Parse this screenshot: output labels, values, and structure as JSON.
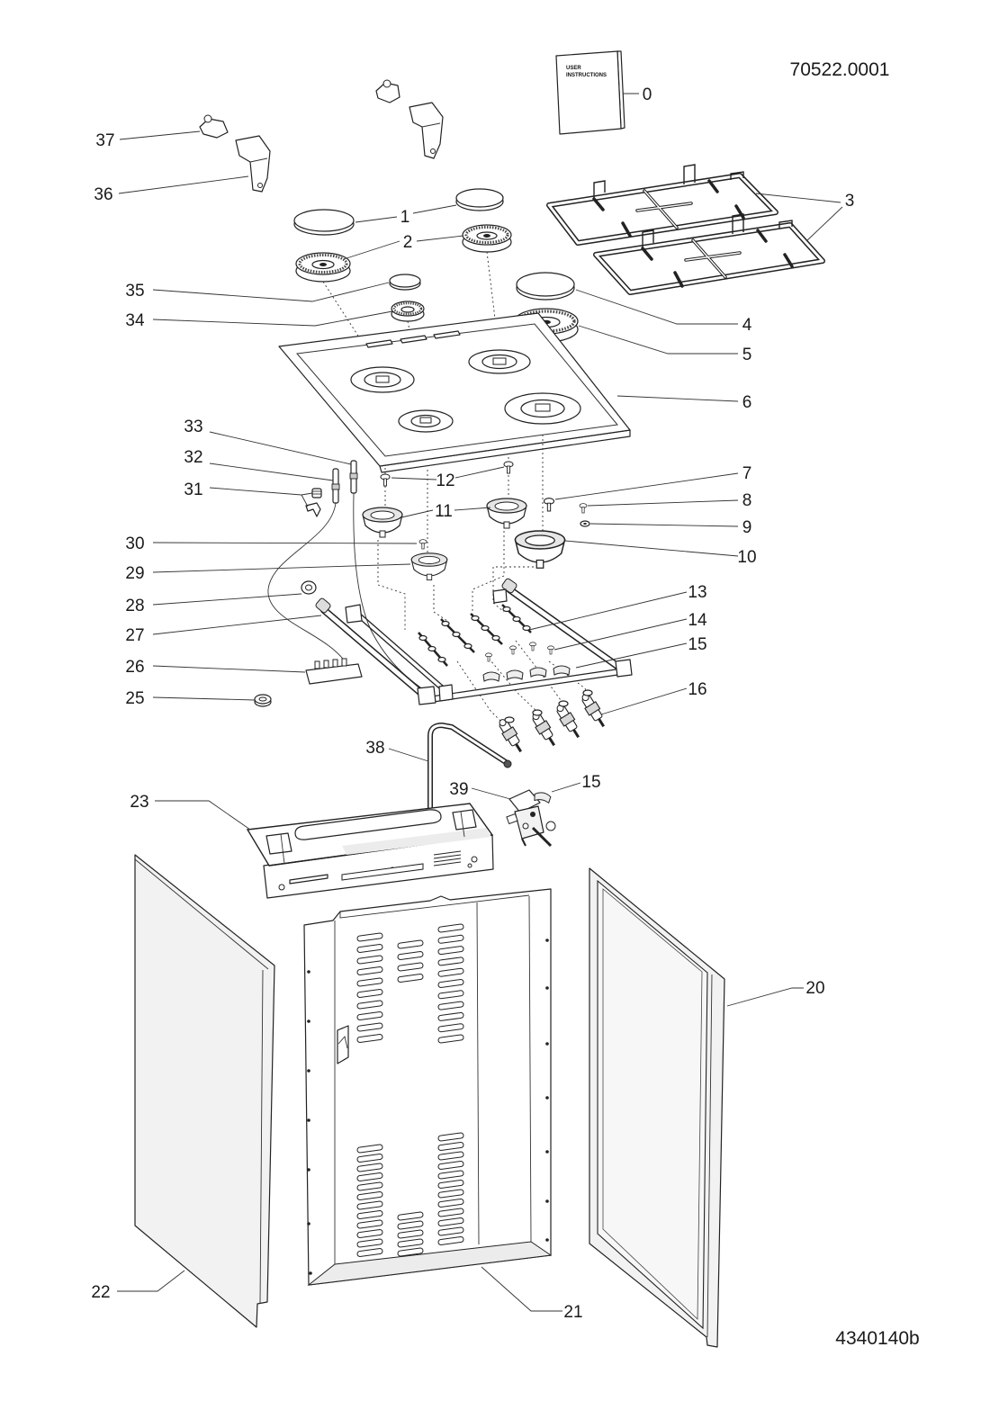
{
  "drawing_id": "70522.0001",
  "figure_id": "4340140b",
  "manual_cover": {
    "line1": "USER",
    "line2": "INSTRUCTIONS"
  },
  "callouts": {
    "p0": "0",
    "p1": "1",
    "p2": "2",
    "p3": "3",
    "p4": "4",
    "p5": "5",
    "p6": "6",
    "p7": "7",
    "p8": "8",
    "p9": "9",
    "p10": "10",
    "p11": "11",
    "p12": "12",
    "p13": "13",
    "p14": "14",
    "p15": "15",
    "p15b": "15",
    "p16": "16",
    "p20": "20",
    "p21": "21",
    "p22": "22",
    "p23": "23",
    "p25": "25",
    "p26": "26",
    "p27": "27",
    "p28": "28",
    "p29": "29",
    "p30": "30",
    "p31": "31",
    "p32": "32",
    "p33": "33",
    "p34": "34",
    "p35": "35",
    "p36": "36",
    "p37": "37",
    "p38": "38",
    "p39": "39"
  }
}
